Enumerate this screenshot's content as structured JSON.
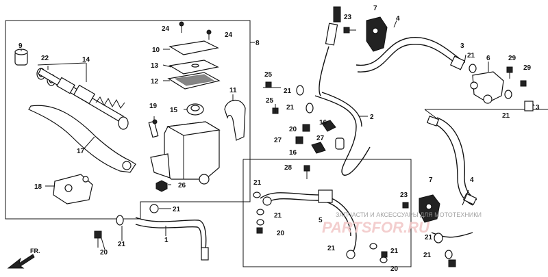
{
  "parts": {
    "p1": "1",
    "p2": "2",
    "p3a": "3",
    "p3b": "3",
    "p4a": "4",
    "p4b": "4",
    "p5": "5",
    "p6": "6",
    "p7a": "7",
    "p7b": "7",
    "p8": "8",
    "p9": "9",
    "p10": "10",
    "p11": "11",
    "p12": "12",
    "p13": "13",
    "p14": "14",
    "p15": "15",
    "p16a": "16",
    "p16b": "16",
    "p17": "17",
    "p18": "18",
    "p19": "19",
    "p20a": "20",
    "p20b": "20",
    "p20c": "20",
    "p20d": "20",
    "p21a": "21",
    "p21b": "21",
    "p21c": "21",
    "p21d": "21",
    "p21e": "21",
    "p21f": "21",
    "p21g": "21",
    "p21h": "21",
    "p21i": "21",
    "p21j": "21",
    "p21k": "21",
    "p21l": "21",
    "p22": "22",
    "p23a": "23",
    "p23b": "23",
    "p24a": "24",
    "p24b": "24",
    "p25a": "25",
    "p25b": "25",
    "p26": "26",
    "p27a": "27",
    "p27b": "27",
    "p28": "28",
    "p29a": "29",
    "p29b": "29"
  },
  "front_indicator": "FR.",
  "watermark": {
    "text": "ЗАПЧАСТИ И АКСЕССУАРЫ ДЛЯ МОТОТЕХНИКИ",
    "brand": "PARTSFOR.RU"
  }
}
